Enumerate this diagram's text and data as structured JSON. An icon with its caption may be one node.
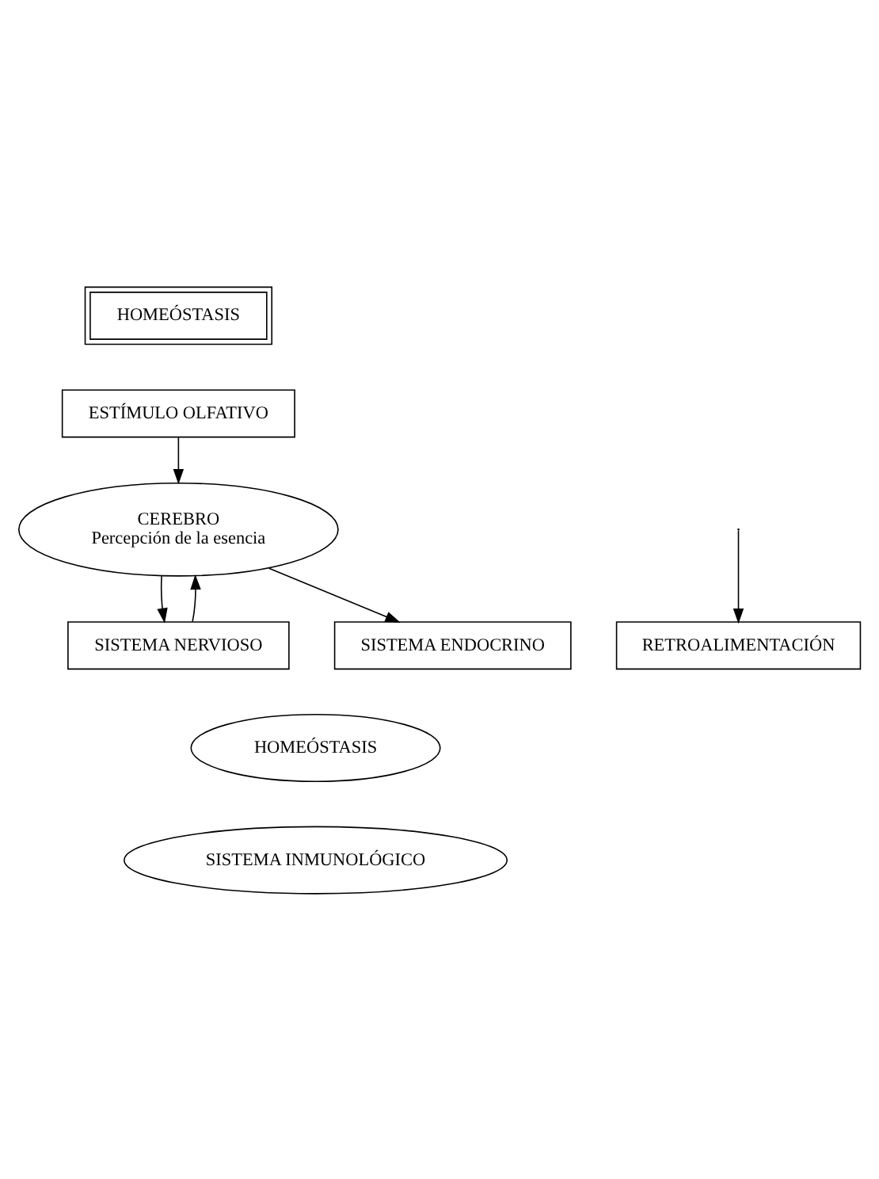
{
  "diagram": {
    "nodes": [
      {
        "text": [
          "HOMEÓSTASIS"
        ]
      },
      {
        "text": [
          "ESTÍMULO OLFATIVO"
        ]
      },
      {
        "text": [
          "CEREBRO",
          "Percepción de la esencia"
        ]
      },
      {
        "text": [
          "SISTEMA NERVIOSO"
        ]
      },
      {
        "text": [
          "SISTEMA ENDOCRINO"
        ]
      },
      {
        "text": [
          "HOMEÓSTASIS"
        ]
      },
      {
        "text": [
          "SISTEMA INMUNOLÓGICO"
        ]
      },
      {
        "text": [
          "RETROALIMENTACIÓN"
        ]
      }
    ],
    "edges": [
      {
        "from": 1,
        "to": 2,
        "arrow": "to"
      },
      {
        "from": 2,
        "to": 3,
        "arrow": "to"
      },
      {
        "from": 2,
        "to": 4,
        "arrow": "to"
      },
      {
        "from": 3,
        "to": 2,
        "arrow": "to"
      },
      {
        "from": null,
        "to": 7,
        "arrow": "to"
      }
    ]
  }
}
